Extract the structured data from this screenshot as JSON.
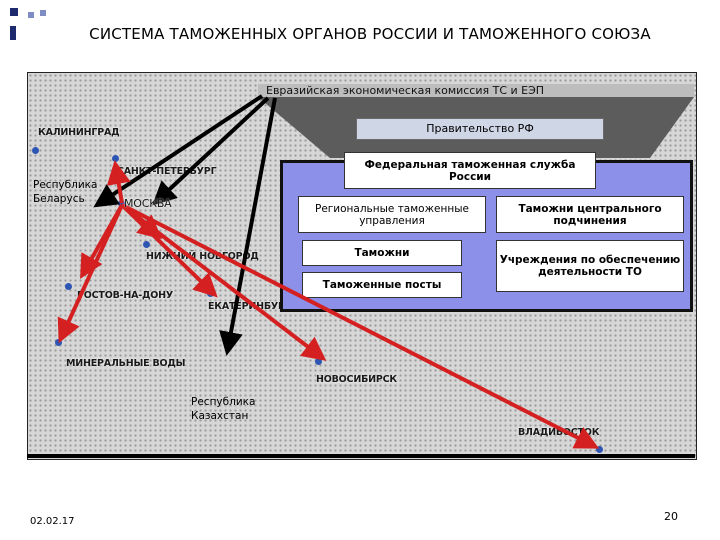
{
  "title": "СИСТЕМА ТАМОЖЕННЫХ ОРГАНОВ РОССИИ И ТАМОЖЕННОГО СОЮЗА",
  "hierarchy": {
    "eec": "Евразийская экономическая комиссия ТС и ЕЭП",
    "government": "Правительство РФ",
    "fts": "Федеральная таможенная служба России",
    "regional": "Региональные таможенные управления",
    "central": "Таможни центрального подчинения",
    "customs": "Таможни",
    "posts": "Таможенные посты",
    "institutions": "Учреждения по обеспечению деятельности ТО"
  },
  "map": {
    "cities": {
      "kaliningrad": "КАЛИНИНГРАД",
      "spb": "САНКТ-ПЕТЕРБУРГ",
      "moscow": "МОСКВА",
      "nizhny": "НИЖНИЙ НОВГОРОД",
      "rostov": "РОСТОВ-НА-ДОНУ",
      "ekaterinburg": "ЕКАТЕРИНБУРГ",
      "minvody": "МИНЕРАЛЬНЫЕ ВОДЫ",
      "novosibirsk": "НОВОСИБИРСК",
      "vladivostok": "ВЛАДИВОСТОК"
    },
    "countries": {
      "belarus": "Республика Беларусь",
      "kazakhstan": "Республика Казахстан"
    }
  },
  "colors": {
    "panel": "#8c90e8",
    "red_arrow": "#d42020",
    "black_arrow": "#000000",
    "city_dot": "#2d55b3",
    "corner_dark": "#1e2a6e",
    "corner_light": "#7f8cc4"
  },
  "footer": {
    "date": "02.02.17",
    "page": "20"
  }
}
